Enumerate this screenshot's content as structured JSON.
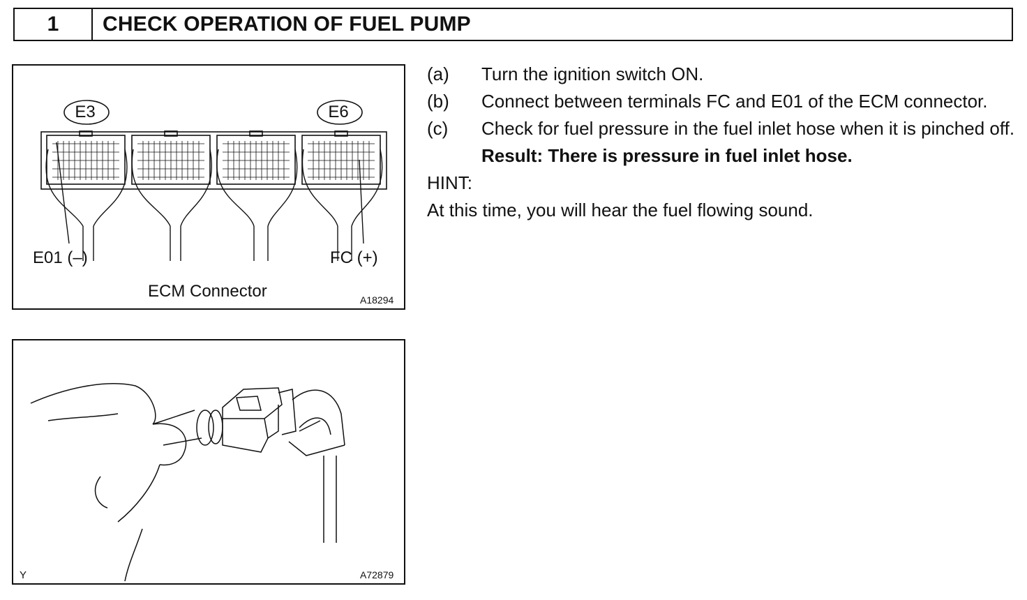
{
  "header": {
    "step_number": "1",
    "title": "CHECK OPERATION OF FUEL PUMP"
  },
  "figure1": {
    "callout_left": "E3",
    "callout_right": "E6",
    "label_left": "E01 (–)",
    "label_right": "FC (+)",
    "caption": "ECM Connector",
    "code": "A18294"
  },
  "figure2": {
    "corner_mark": "Y",
    "code": "A72879"
  },
  "instructions": {
    "steps": [
      {
        "mark": "(a)",
        "text": "Turn the ignition switch ON."
      },
      {
        "mark": "(b)",
        "text": "Connect between terminals FC and E01 of the ECM connector."
      },
      {
        "mark": "(c)",
        "text": "Check for fuel pressure in the fuel inlet hose when it is pinched off."
      }
    ],
    "result": "Result: There is pressure in fuel inlet hose.",
    "hint_label": "HINT:",
    "hint_text": "At this time, you will hear the fuel flowing sound."
  }
}
